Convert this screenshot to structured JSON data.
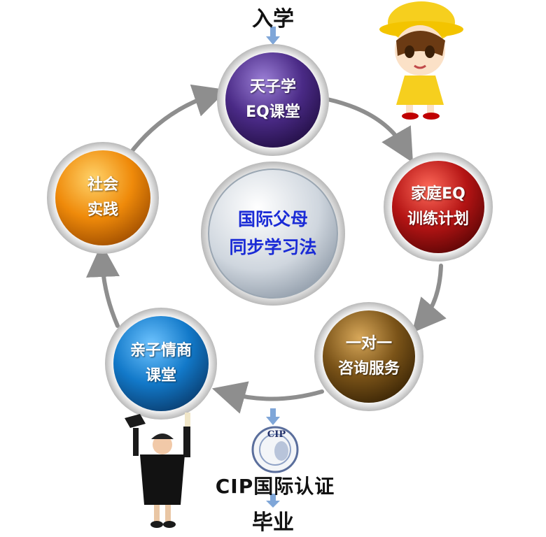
{
  "titles": {
    "start": "入学",
    "certification": "CIP国际认证",
    "end": "毕业",
    "logo_text": "CIP"
  },
  "center": {
    "line1": "国际父母",
    "line2": "同步学习法"
  },
  "nodes": [
    {
      "id": "node-tianzixue",
      "line1": "天子学",
      "line2": "EQ课堂",
      "color": "#4a2a86"
    },
    {
      "id": "node-family-eq",
      "line1": "家庭EQ",
      "line2": "训练计划",
      "color": "#b41414"
    },
    {
      "id": "node-consult",
      "line1": "一对一",
      "line2": "咨询服务",
      "color": "#7a5318"
    },
    {
      "id": "node-parent-child",
      "line1": "亲子情商",
      "line2": "课堂",
      "color": "#1279c9"
    },
    {
      "id": "node-social",
      "line1": "社会",
      "line2": "实践",
      "color": "#ef8a0a"
    }
  ],
  "colors": {
    "arrow": "#8e8e8e",
    "small_arrow": "#7fa6d8",
    "center_fill": "#cfd6de"
  }
}
